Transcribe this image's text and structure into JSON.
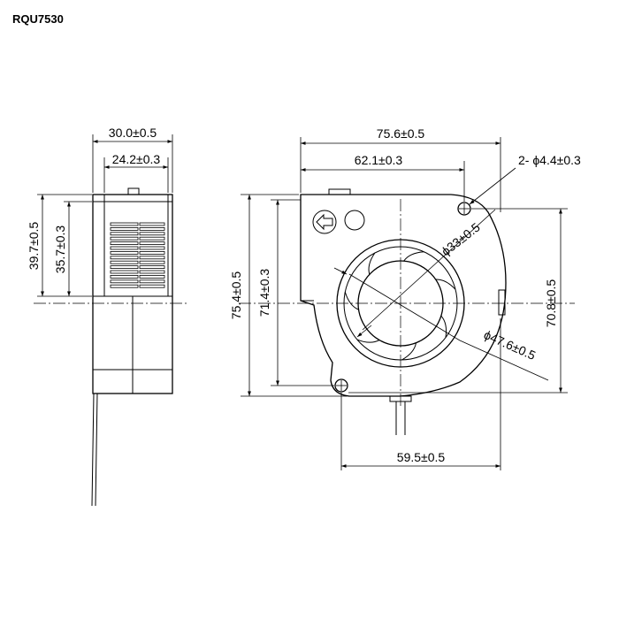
{
  "drawing": {
    "model": "RQU7530",
    "side_view": {
      "width_total": "30.0±0.5",
      "width_inner": "24.2±0.3",
      "height_total": "39.7±0.5",
      "height_inner": "35.7±0.3"
    },
    "front_view": {
      "width_total": "75.6±0.5",
      "width_holes": "62.1±0.3",
      "hole_dia": "2- ϕ4.4±0.3",
      "hub_dia": "ϕ33±0.5",
      "impeller_dia": "ϕ47.6±0.5",
      "height_total": "75.4±0.5",
      "height_inner": "71.4±0.3",
      "height_holes": "70.8±0.5",
      "bottom_width": "59.5±0.5"
    }
  }
}
